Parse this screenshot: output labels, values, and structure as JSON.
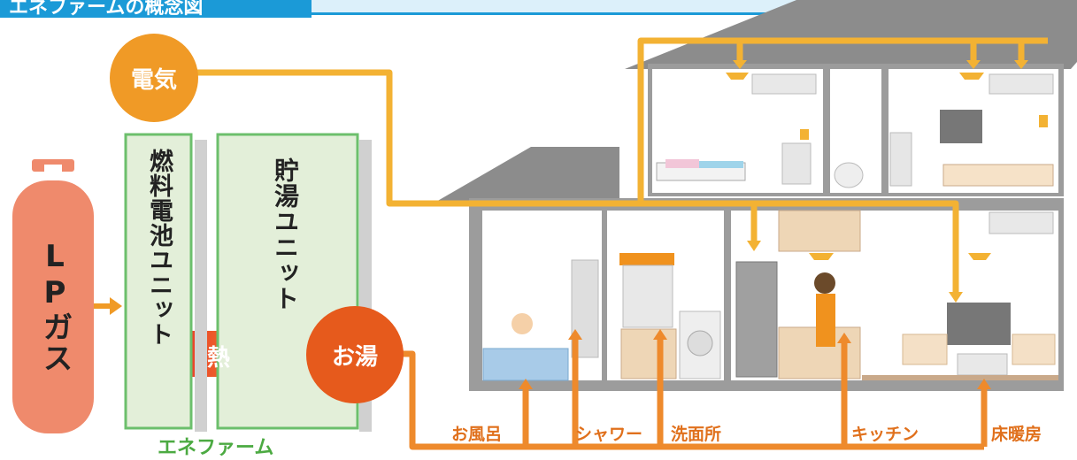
{
  "header": {
    "title": "エネファームの概念図"
  },
  "sources": {
    "lp_gas": "LPガス",
    "electricity": "電気",
    "hot_water": "お湯",
    "heat": "熱"
  },
  "units": {
    "fuel_cell": "燃料電池ユニット",
    "storage": "貯湯ユニット",
    "brand": "エネファーム"
  },
  "uses": {
    "bath": "お風呂",
    "shower": "シャワー",
    "washroom": "洗面所",
    "kitchen": "キッチン",
    "floor_heating": "床暖房"
  },
  "colors": {
    "electric_line": "#f3b233",
    "hot_water_line": "#ee8a2c",
    "electric_circle": "#f09a26",
    "hot_water_circle": "#e65a1c",
    "gas_tank": "#ef8a6c",
    "unit_fill": "#e3efd9",
    "unit_border": "#6cbf6c",
    "brand_text": "#4caa42",
    "use_label": "#e0701c",
    "header_bar": "#1b9ad7"
  },
  "icons": [
    "lp-gas-cylinder-icon",
    "heat-arrow-icon",
    "house-illustration"
  ]
}
